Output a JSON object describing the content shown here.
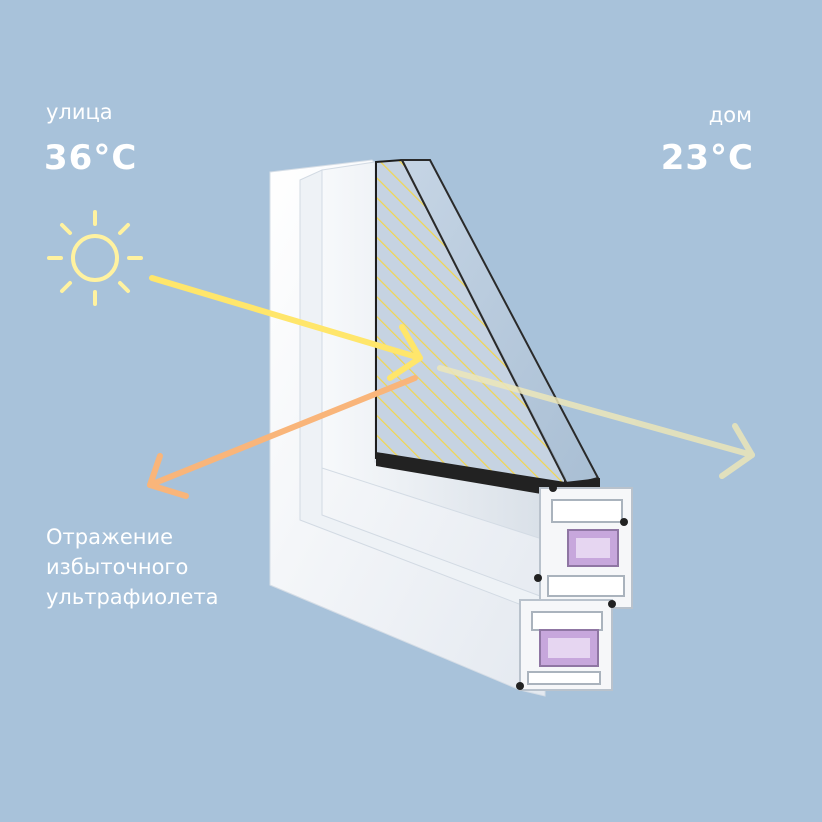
{
  "outside": {
    "label": "улица",
    "temperature": "36°C"
  },
  "inside": {
    "label": "дом",
    "temperature": "23°C"
  },
  "reflection_caption": [
    "Отражение",
    "избыточного",
    "ультрафиолета"
  ],
  "icons": {
    "sun": "sun-icon"
  },
  "colors": {
    "background": "#a8c2da",
    "sun": "#fff2a0",
    "incoming_ray": "#ffe66b",
    "reflected_ray": "#f9b57a",
    "transmitted_ray": "#ece6b8",
    "frame": "#f3f5f8",
    "insert": "#c7a7dc",
    "coating_hatch": "#f2d64e",
    "glass": "#b8cadd"
  }
}
